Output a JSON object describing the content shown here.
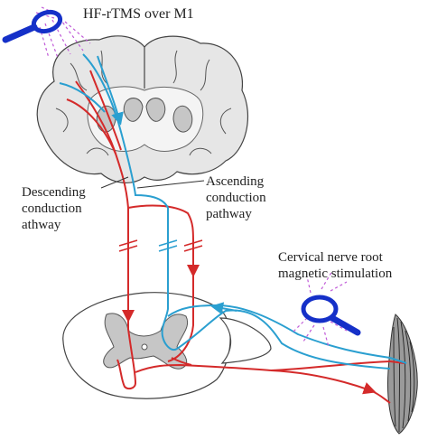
{
  "labels": {
    "top": "HF-rTMS over M1",
    "descending": [
      "Descending",
      "conduction",
      "athway"
    ],
    "ascending": [
      "Ascending",
      "conduction",
      "pathway"
    ],
    "cervical": [
      "Cervical nerve root",
      "magnetic stimulation"
    ]
  },
  "colors": {
    "descending_pathway": "#d42a2a",
    "ascending_pathway": "#2a9fd0",
    "coil": "#1530c8",
    "field_lines": "#c05ad8",
    "brain_fill": "#e6e6e6",
    "gray_matter": "#c6c6c6",
    "outline": "#444444"
  },
  "icons": [
    "tms-coil-icon",
    "cervical-coil-icon",
    "muscle-icon"
  ]
}
